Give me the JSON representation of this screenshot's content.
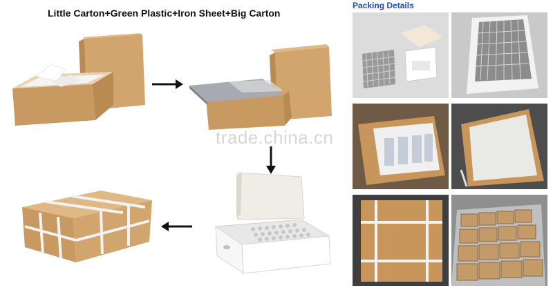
{
  "left_title": "Little Carton+Green Plastic+Iron Sheet+Big Carton",
  "right_title": "Packing Details",
  "watermark": "trade.china.cn",
  "colors": {
    "carton": "#d2a46e",
    "carton_dark": "#b98a52",
    "carton_side": "#c39358",
    "foam": "#f4f4f4",
    "strap": "#f2f2f2",
    "title_blue": "#2047c8",
    "iron_sheet": "#a8aab2"
  },
  "icons": [
    "arrow-right-icon",
    "arrow-down-icon",
    "arrow-left-icon"
  ]
}
